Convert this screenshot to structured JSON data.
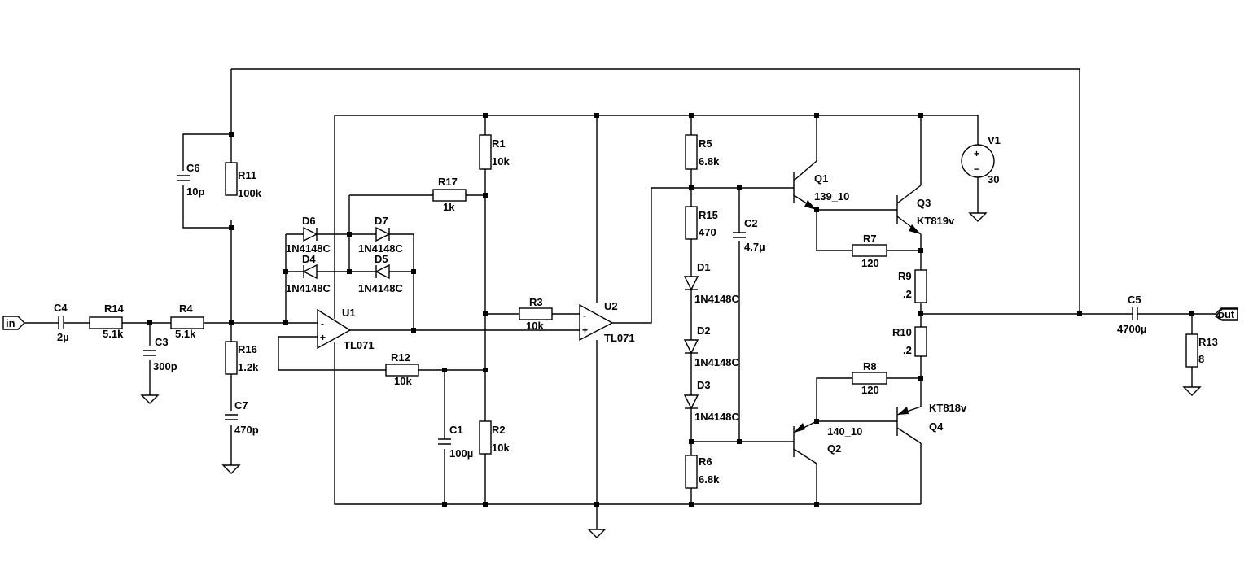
{
  "ports": {
    "in": "in",
    "out": "out"
  },
  "parts": {
    "C4": {
      "ref": "C4",
      "val": "2µ"
    },
    "R14": {
      "ref": "R14",
      "val": "5.1k"
    },
    "C3": {
      "ref": "C3",
      "val": "300p"
    },
    "R4": {
      "ref": "R4",
      "val": "5.1k"
    },
    "C6": {
      "ref": "C6",
      "val": "10p"
    },
    "R11": {
      "ref": "R11",
      "val": "100k"
    },
    "R16": {
      "ref": "R16",
      "val": "1.2k"
    },
    "C7": {
      "ref": "C7",
      "val": "470p"
    },
    "D6": {
      "ref": "D6",
      "val": "1N4148C"
    },
    "D7": {
      "ref": "D7",
      "val": "1N4148C"
    },
    "D4": {
      "ref": "D4",
      "val": "1N4148C"
    },
    "D5": {
      "ref": "D5",
      "val": "1N4148C"
    },
    "R17": {
      "ref": "R17",
      "val": "1k"
    },
    "U1": {
      "ref": "U1",
      "val": "TL071"
    },
    "R12": {
      "ref": "R12",
      "val": "10k"
    },
    "C1": {
      "ref": "C1",
      "val": "100µ"
    },
    "R1": {
      "ref": "R1",
      "val": "10k"
    },
    "R2": {
      "ref": "R2",
      "val": "10k"
    },
    "R3": {
      "ref": "R3",
      "val": "10k"
    },
    "U2": {
      "ref": "U2",
      "val": "TL071"
    },
    "R5": {
      "ref": "R5",
      "val": "6.8k"
    },
    "R15": {
      "ref": "R15",
      "val": "470"
    },
    "C2": {
      "ref": "C2",
      "val": "4.7µ"
    },
    "D1": {
      "ref": "D1",
      "val": "1N4148C"
    },
    "D2": {
      "ref": "D2",
      "val": "1N4148C"
    },
    "D3": {
      "ref": "D3",
      "val": "1N4148C"
    },
    "R6": {
      "ref": "R6",
      "val": "6.8k"
    },
    "Q1": {
      "ref": "Q1",
      "val": "139_10"
    },
    "Q2": {
      "ref": "Q2",
      "val": "140_10"
    },
    "Q3": {
      "ref": "Q3",
      "val": "KT819v"
    },
    "Q4": {
      "ref": "Q4",
      "val": "KT818v"
    },
    "R7": {
      "ref": "R7",
      "val": "120"
    },
    "R8": {
      "ref": "R8",
      "val": "120"
    },
    "R9": {
      "ref": "R9",
      "val": ".2"
    },
    "R10": {
      "ref": "R10",
      "val": ".2"
    },
    "V1": {
      "ref": "V1",
      "val": "30"
    },
    "C5": {
      "ref": "C5",
      "val": "4700µ"
    },
    "R13": {
      "ref": "R13",
      "val": "8"
    }
  },
  "opamp_pins": {
    "plus": "+",
    "minus": "-"
  },
  "source_pins": {
    "plus": "+",
    "minus": "−"
  }
}
